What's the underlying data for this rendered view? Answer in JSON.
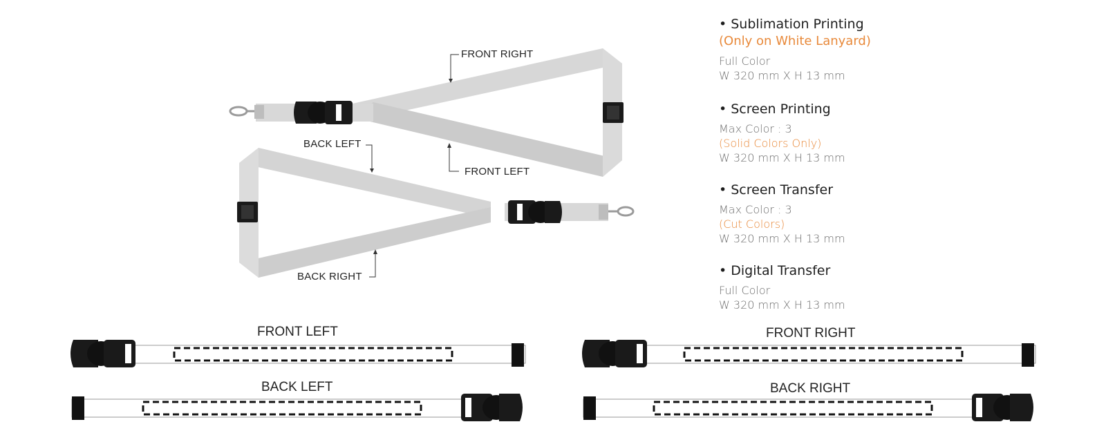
{
  "diagram": {
    "labels": {
      "front_right": "FRONT RIGHT",
      "back_left": "BACK LEFT",
      "front_left": "FRONT LEFT",
      "back_right": "BACK RIGHT"
    }
  },
  "strips": {
    "front_left": "FRONT LEFT",
    "front_right": "FRONT RIGHT",
    "back_left": "BACK LEFT",
    "back_right": "BACK RIGHT"
  },
  "specs": {
    "sublimation": {
      "title": "• Sublimation Printing",
      "note": "(Only on White Lanyard)",
      "line1": "Full Color",
      "line2": "W 320 mm X H 13 mm"
    },
    "screen_printing": {
      "title": "• Screen Printing",
      "line1": "Max Color : 3",
      "note": "(Solid Colors Only)",
      "line2": "W 320 mm X H 13 mm"
    },
    "screen_transfer": {
      "title": "• Screen Transfer",
      "line1": "Max Color : 3",
      "note": "(Cut Colors)",
      "line2": "W 320 mm X H 13 mm"
    },
    "digital_transfer": {
      "title": "• Digital Transfer",
      "line1": "Full Color",
      "line2": "W 320 mm X H 13 mm"
    }
  },
  "colors": {
    "accent": "#e8893a",
    "strap": "#d6d6d6",
    "buckle": "#1a1a1a",
    "text_grey": "#6e6e6e"
  }
}
